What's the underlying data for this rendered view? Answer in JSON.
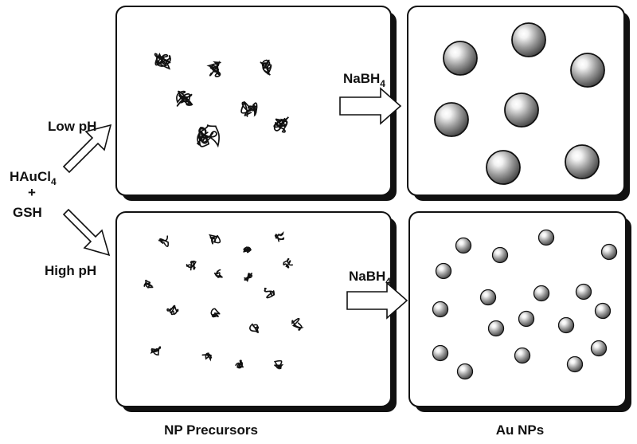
{
  "reagents": {
    "gold_salt": {
      "base": "HAuCl",
      "sub": "4"
    },
    "plus": "+",
    "thiol": "GSH"
  },
  "conditions": {
    "low": "Low pH",
    "high": "High pH"
  },
  "reducer": {
    "base": "NaBH",
    "sub": "4"
  },
  "captions": {
    "left_column": "NP Precursors",
    "right_column": "Au NPs"
  },
  "colors": {
    "stroke": "#111111",
    "box_fill": "#ffffff",
    "shadow": "#111111",
    "sphere_highlight": "#ffffff",
    "sphere_mid": "#9a9a9a",
    "sphere_dark": "#3a3a3a"
  }
}
